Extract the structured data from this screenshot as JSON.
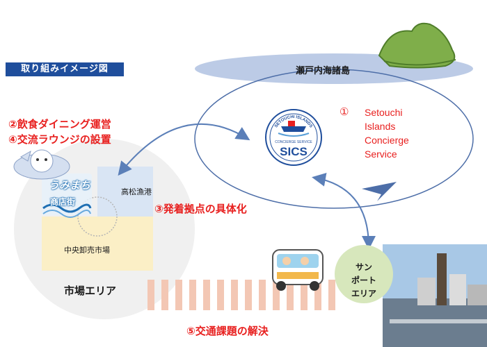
{
  "title_badge": "取り組みイメージ図",
  "islands": {
    "label": "瀬戸内海諸島"
  },
  "sics": {
    "number": "①",
    "name_lines": [
      "Setouchi",
      "Islands",
      "Concierge",
      "Service"
    ],
    "logo": {
      "top_text": "SETOUCHI ISLANDS",
      "middle_text": "CONCIERGE SERVICE",
      "abbr": "SICS"
    }
  },
  "initiatives": {
    "dining": "②飲食ダイニング運営",
    "lounge": "④交流ラウンジの設置",
    "base": "③発着拠点の具体化",
    "traffic": "⑤交通課題の解決"
  },
  "market_area": {
    "label": "市場エリア",
    "port": "高松漁港",
    "market": "中央卸売市場",
    "shop_sign_line1": "うみまち",
    "shop_sign_line2": "商店街"
  },
  "sunport": {
    "lines": [
      "サン",
      "ポート",
      "エリア"
    ]
  },
  "colors": {
    "badge_blue": "#1f4e9c",
    "accent_red": "#e8201f",
    "arrow_blue": "#5b7fb8",
    "island_green": "#7fae4a",
    "ellipse_blue": "#bccbe6",
    "market_gray": "#f0f0f0",
    "port_blue": "#d9e5f4",
    "market_yellow": "#fbefc6",
    "sunport_green": "#d7e7bc",
    "crosswalk": "#f3c7b4"
  }
}
